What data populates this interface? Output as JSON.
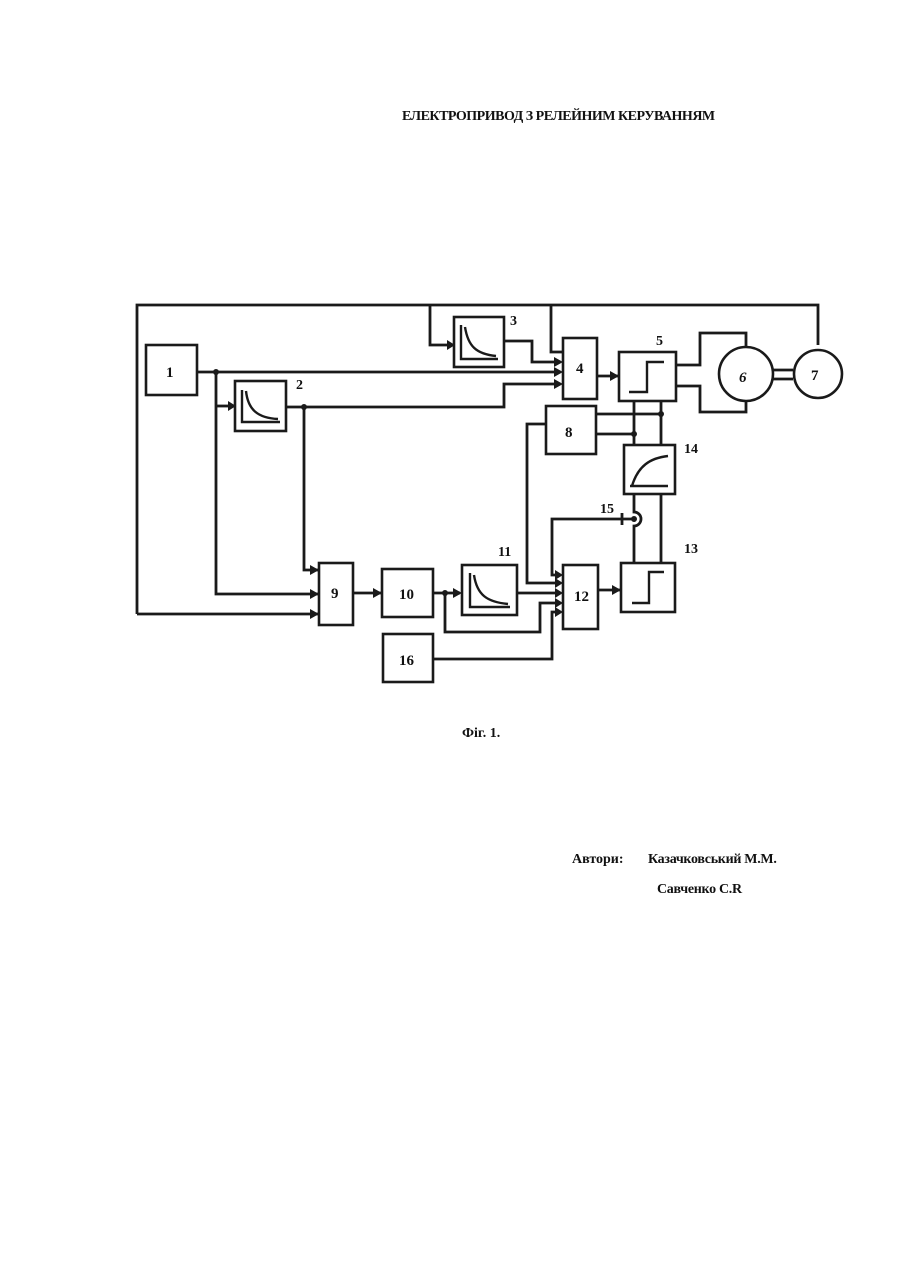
{
  "document": {
    "title": "ЕЛЕКТРОПРИВОД З РЕЛЕЙНИМ КЕРУВАННЯМ",
    "figure_caption": "Фіг. 1.",
    "authors_label": "Автори:",
    "authors": [
      "Казачковський М.М.",
      "Савченко С.R"
    ]
  },
  "diagram": {
    "blocks": [
      {
        "id": "1",
        "label": "1",
        "icon": "none"
      },
      {
        "id": "2",
        "label": "2",
        "icon": "decay-curve-icon"
      },
      {
        "id": "3",
        "label": "3",
        "icon": "decay-curve-icon"
      },
      {
        "id": "4",
        "label": "4",
        "icon": "none"
      },
      {
        "id": "5",
        "label": "5",
        "icon": "relay-step-icon"
      },
      {
        "id": "6",
        "label": "6",
        "icon": "none",
        "shape": "circle"
      },
      {
        "id": "7",
        "label": "7",
        "icon": "none",
        "shape": "circle"
      },
      {
        "id": "8",
        "label": "8",
        "icon": "none"
      },
      {
        "id": "9",
        "label": "9",
        "icon": "none"
      },
      {
        "id": "10",
        "label": "10",
        "icon": "none"
      },
      {
        "id": "11",
        "label": "11",
        "icon": "decay-curve-icon"
      },
      {
        "id": "12",
        "label": "12",
        "icon": "none"
      },
      {
        "id": "13",
        "label": "13",
        "icon": "relay-step-icon"
      },
      {
        "id": "14",
        "label": "14",
        "icon": "rise-curve-icon"
      },
      {
        "id": "15",
        "label": "15",
        "icon": "none"
      },
      {
        "id": "16",
        "label": "16",
        "icon": "none"
      }
    ]
  }
}
